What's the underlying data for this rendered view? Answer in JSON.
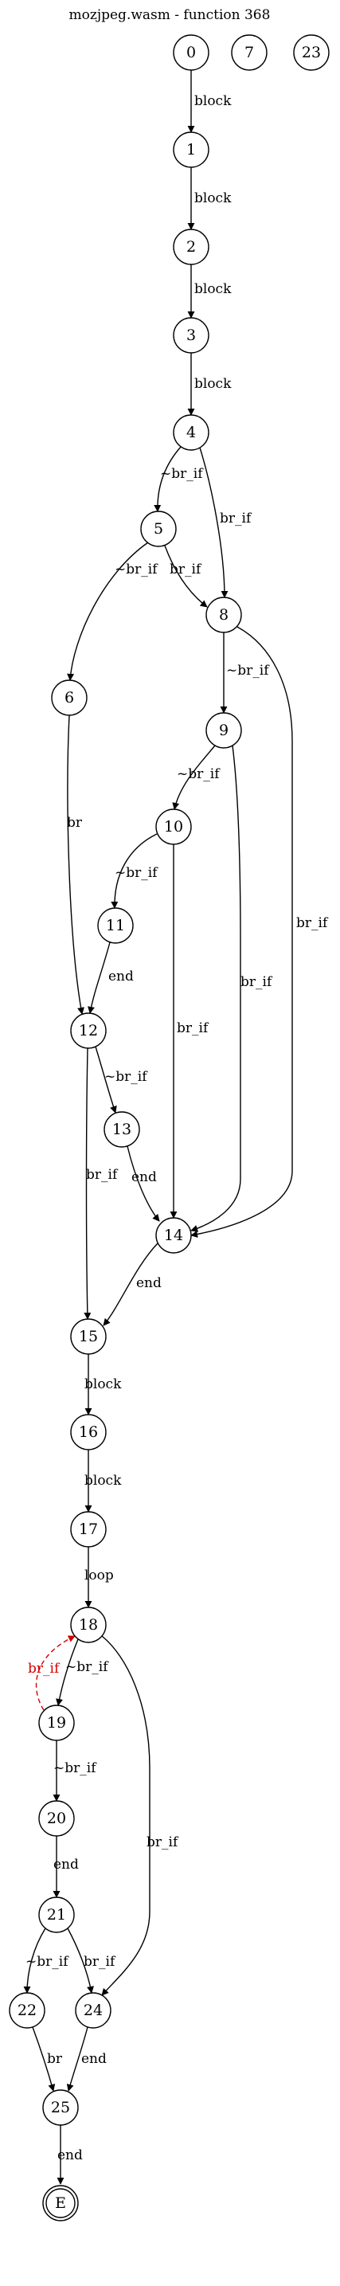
{
  "title": "mozjpeg.wasm - function 368",
  "colors": {
    "edge": "#000000",
    "back_edge": "#d40000"
  },
  "nodes": [
    {
      "id": "n0",
      "label": "0"
    },
    {
      "id": "n7",
      "label": "7"
    },
    {
      "id": "n23",
      "label": "23"
    },
    {
      "id": "n1",
      "label": "1"
    },
    {
      "id": "n2",
      "label": "2"
    },
    {
      "id": "n3",
      "label": "3"
    },
    {
      "id": "n4",
      "label": "4"
    },
    {
      "id": "n5",
      "label": "5"
    },
    {
      "id": "n8",
      "label": "8"
    },
    {
      "id": "n6",
      "label": "6"
    },
    {
      "id": "n9",
      "label": "9"
    },
    {
      "id": "n10",
      "label": "10"
    },
    {
      "id": "n11",
      "label": "11"
    },
    {
      "id": "n12",
      "label": "12"
    },
    {
      "id": "n13",
      "label": "13"
    },
    {
      "id": "n14",
      "label": "14"
    },
    {
      "id": "n15",
      "label": "15"
    },
    {
      "id": "n16",
      "label": "16"
    },
    {
      "id": "n17",
      "label": "17"
    },
    {
      "id": "n18",
      "label": "18"
    },
    {
      "id": "n19",
      "label": "19"
    },
    {
      "id": "n20",
      "label": "20"
    },
    {
      "id": "n21",
      "label": "21"
    },
    {
      "id": "n22",
      "label": "22"
    },
    {
      "id": "n24",
      "label": "24"
    },
    {
      "id": "n25",
      "label": "25"
    },
    {
      "id": "nE",
      "label": "E",
      "terminal": true
    }
  ],
  "edges": [
    {
      "from": "n0",
      "to": "n1",
      "label": "block"
    },
    {
      "from": "n1",
      "to": "n2",
      "label": "block"
    },
    {
      "from": "n2",
      "to": "n3",
      "label": "block"
    },
    {
      "from": "n3",
      "to": "n4",
      "label": "block"
    },
    {
      "from": "n4",
      "to": "n5",
      "label": "~br_if"
    },
    {
      "from": "n4",
      "to": "n8",
      "label": "br_if"
    },
    {
      "from": "n5",
      "to": "n6",
      "label": "~br_if"
    },
    {
      "from": "n5",
      "to": "n8",
      "label": "br_if"
    },
    {
      "from": "n8",
      "to": "n9",
      "label": "~br_if"
    },
    {
      "from": "n8",
      "to": "n14",
      "label": "br_if"
    },
    {
      "from": "n6",
      "to": "n12",
      "label": "br"
    },
    {
      "from": "n9",
      "to": "n10",
      "label": "~br_if"
    },
    {
      "from": "n9",
      "to": "n14",
      "label": "br_if"
    },
    {
      "from": "n10",
      "to": "n11",
      "label": "~br_if"
    },
    {
      "from": "n10",
      "to": "n14",
      "label": "br_if"
    },
    {
      "from": "n11",
      "to": "n12",
      "label": "end"
    },
    {
      "from": "n12",
      "to": "n13",
      "label": "~br_if"
    },
    {
      "from": "n12",
      "to": "n15",
      "label": "br_if"
    },
    {
      "from": "n13",
      "to": "n14",
      "label": "end"
    },
    {
      "from": "n14",
      "to": "n15",
      "label": "end"
    },
    {
      "from": "n15",
      "to": "n16",
      "label": "block"
    },
    {
      "from": "n16",
      "to": "n17",
      "label": "block"
    },
    {
      "from": "n17",
      "to": "n18",
      "label": "loop"
    },
    {
      "from": "n18",
      "to": "n19",
      "label": "~br_if"
    },
    {
      "from": "n18",
      "to": "n24",
      "label": "br_if"
    },
    {
      "from": "n19",
      "to": "n18",
      "label": "br_if",
      "back": true
    },
    {
      "from": "n19",
      "to": "n20",
      "label": "~br_if"
    },
    {
      "from": "n20",
      "to": "n21",
      "label": "end"
    },
    {
      "from": "n21",
      "to": "n22",
      "label": "~br_if"
    },
    {
      "from": "n21",
      "to": "n24",
      "label": "br_if"
    },
    {
      "from": "n22",
      "to": "n25",
      "label": "br"
    },
    {
      "from": "n24",
      "to": "n25",
      "label": "end"
    },
    {
      "from": "n25",
      "to": "nE",
      "label": "end"
    }
  ]
}
